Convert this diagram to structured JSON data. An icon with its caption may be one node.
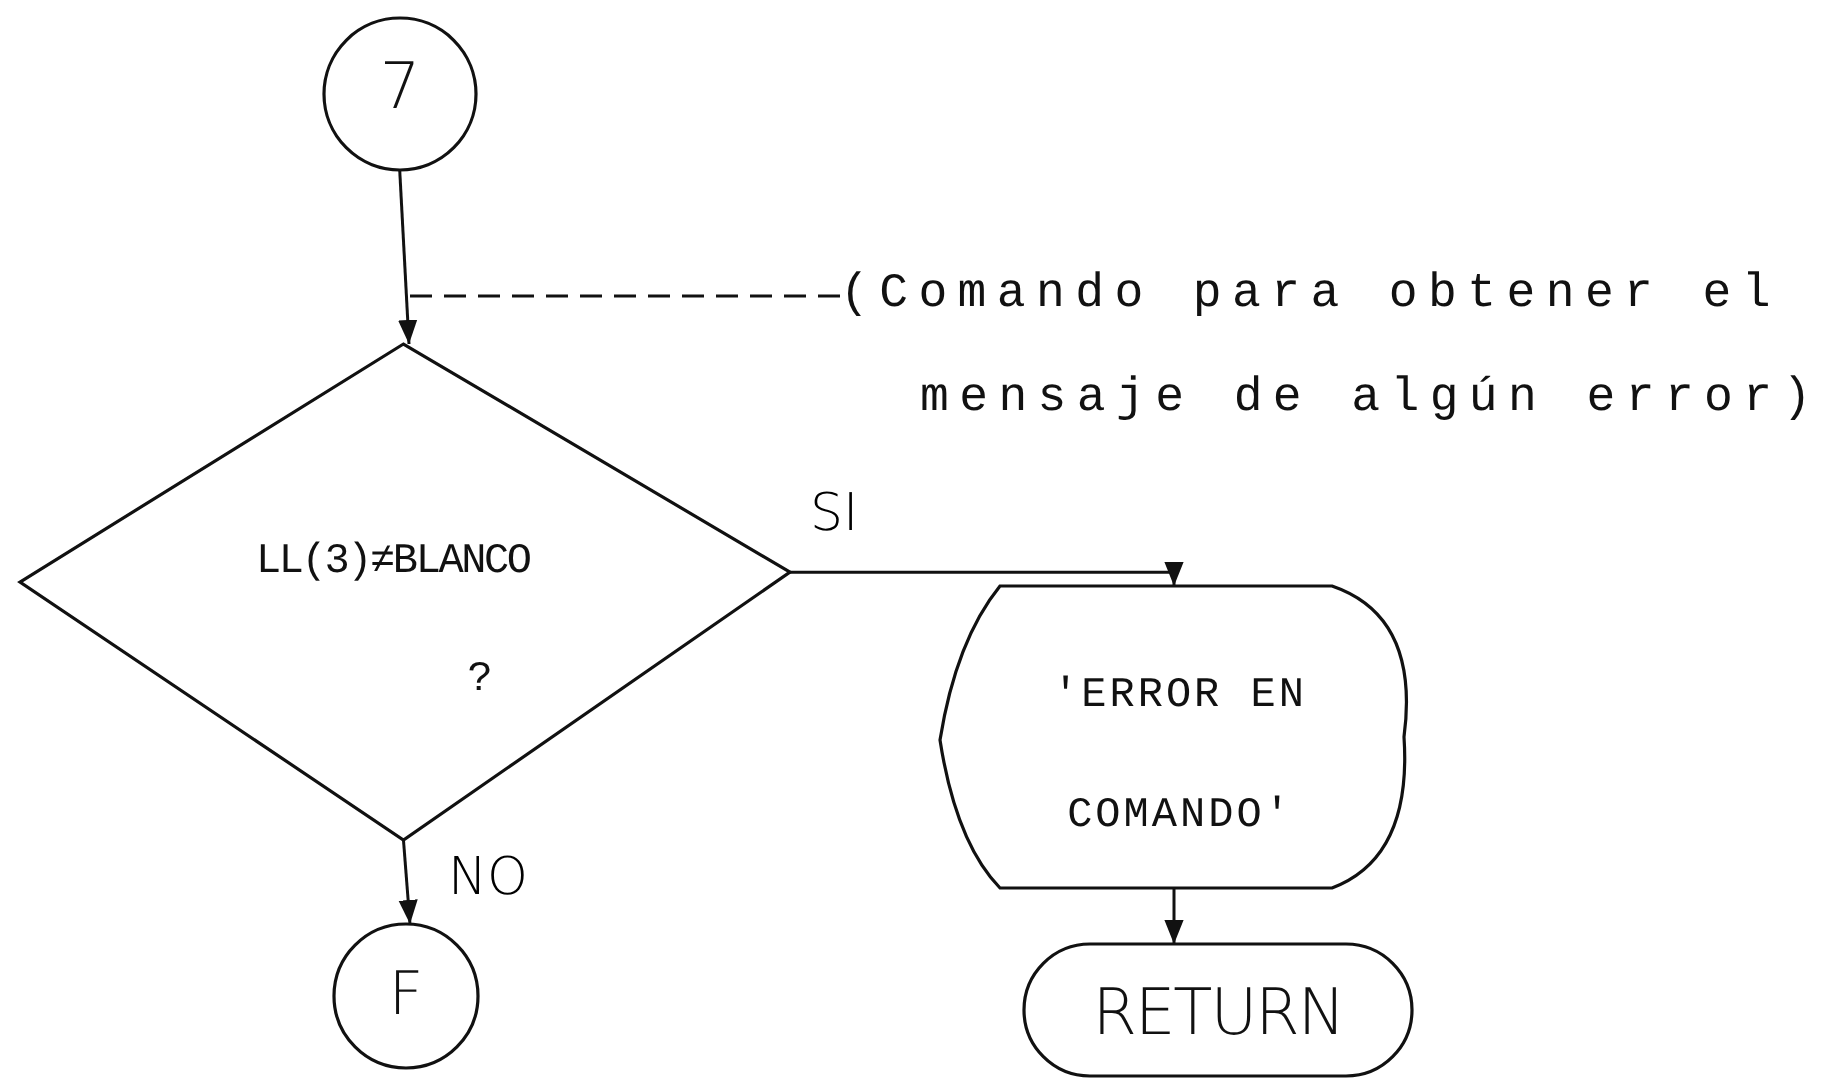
{
  "diagram": {
    "nodes": [
      {
        "text": [
          "7"
        ]
      },
      {
        "text": [
          "(Comando para obtener el mensaje de algún error)"
        ]
      },
      {
        "text": [
          "LL(3)≠BLANCO",
          "?"
        ]
      },
      {
        "text": [
          "'ERROR EN COMANDO'"
        ]
      },
      {
        "text": [
          "F"
        ]
      },
      {
        "text": [
          "RETURN"
        ]
      }
    ],
    "edges": [
      {
        "from": 0,
        "to": 2,
        "arrow": "to"
      },
      {
        "from": 1,
        "to": null,
        "arrow": "none",
        "style": "dashed"
      },
      {
        "from": 2,
        "to": 3,
        "arrow": "to",
        "label": "SI"
      },
      {
        "from": 2,
        "to": 4,
        "arrow": "to",
        "label": "NO"
      },
      {
        "from": 3,
        "to": 5,
        "arrow": "to"
      }
    ]
  }
}
